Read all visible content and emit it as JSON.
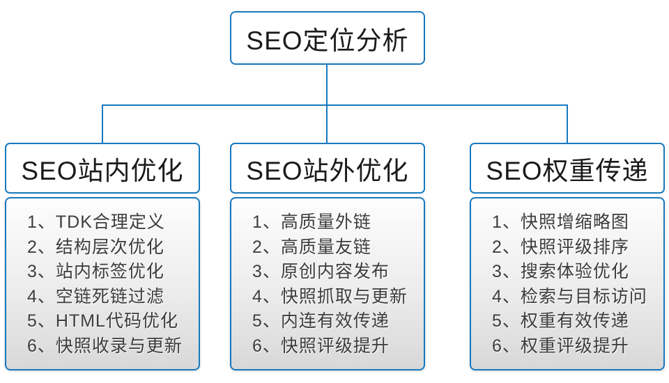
{
  "colors": {
    "accent_blue": "#1878be",
    "body_gradient_top": "#fdfdfd",
    "body_gradient_bottom": "#d8d8d8",
    "title_text": "#1b1b1b",
    "list_text": "#3c3c3c"
  },
  "diagram": {
    "root": {
      "label": "SEO定位分析"
    },
    "branches": [
      {
        "title": "SEO站内优化",
        "items": [
          "1、TDK合理定义",
          "2、结构层次优化",
          "3、站内标签优化",
          "4、空链死链过滤",
          "5、HTML代码优化",
          "6、快照收录与更新"
        ]
      },
      {
        "title": "SEO站外优化",
        "items": [
          "1、高质量外链",
          "2、高质量友链",
          "3、原创内容发布",
          "4、快照抓取与更新",
          "5、内连有效传递",
          "6、快照评级提升"
        ]
      },
      {
        "title": "SEO权重传递",
        "items": [
          "1、快照增缩略图",
          "2、快照评级排序",
          "3、搜索体验优化",
          "4、检索与目标访问",
          "5、权重有效传递",
          "6、权重评级提升"
        ]
      }
    ]
  }
}
